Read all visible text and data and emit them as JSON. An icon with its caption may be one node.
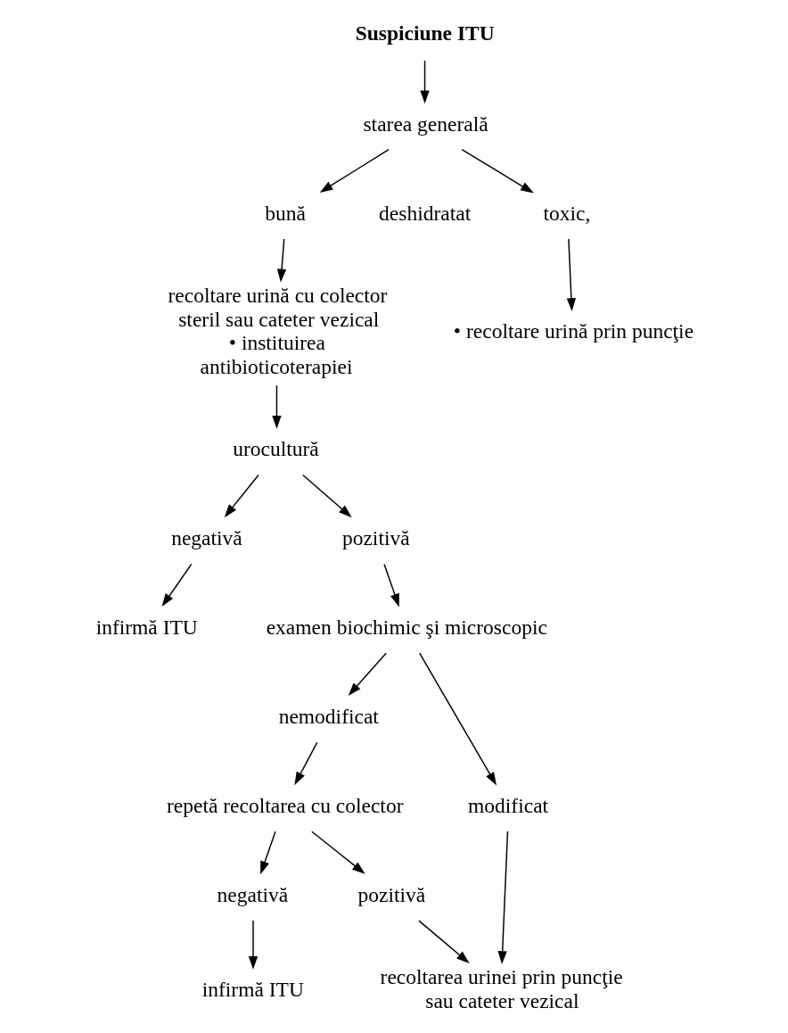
{
  "diagram": {
    "nodes": [
      {
        "text": [
          "Suspiciune ITU"
        ]
      },
      {
        "text": [
          "starea generală"
        ]
      },
      {
        "text": [
          "bună"
        ]
      },
      {
        "text": [
          "toxic,"
        ]
      },
      {
        "text": [
          "recoltare urină cu colector steril sau cateter vezical",
          "• instituirea antibioticoterapiei"
        ]
      },
      {
        "text": [
          "• recoltare urină prin puncţie"
        ]
      },
      {
        "text": [
          "urocultură"
        ]
      },
      {
        "text": [
          "negativă"
        ]
      },
      {
        "text": [
          "pozitivă"
        ]
      },
      {
        "text": [
          "infirmă ITU"
        ]
      },
      {
        "text": [
          "examen biochimic şi microscopic"
        ]
      },
      {
        "text": [
          "nemodificat"
        ]
      },
      {
        "text": [
          "modificat"
        ]
      },
      {
        "text": [
          "repetă recoltarea cu colector"
        ]
      },
      {
        "text": [
          "negativă"
        ]
      },
      {
        "text": [
          "pozitivă"
        ]
      },
      {
        "text": [
          "infirmă ITU"
        ]
      },
      {
        "text": [
          "recoltarea urinei prin puncţie sau cateter vezical"
        ]
      }
    ],
    "edges": [
      {
        "from": 0,
        "to": 1,
        "arrow": "to"
      },
      {
        "from": 1,
        "to": 2,
        "arrow": "to"
      },
      {
        "from": 1,
        "to": 3,
        "arrow": "to"
      },
      {
        "from": 2,
        "to": 4,
        "arrow": "to"
      },
      {
        "from": 3,
        "to": 5,
        "arrow": "to"
      },
      {
        "from": 4,
        "to": 6,
        "arrow": "to"
      },
      {
        "from": 6,
        "to": 7,
        "arrow": "to"
      },
      {
        "from": 6,
        "to": 8,
        "arrow": "to"
      },
      {
        "from": 7,
        "to": 9,
        "arrow": "to"
      },
      {
        "from": 8,
        "to": 10,
        "arrow": "to"
      },
      {
        "from": 10,
        "to": 11,
        "arrow": "to"
      },
      {
        "from": 10,
        "to": 12,
        "arrow": "to"
      },
      {
        "from": 11,
        "to": 13,
        "arrow": "to"
      },
      {
        "from": 13,
        "to": 14,
        "arrow": "to"
      },
      {
        "from": 13,
        "to": 15,
        "arrow": "to"
      },
      {
        "from": 14,
        "to": 16,
        "arrow": "to"
      },
      {
        "from": 15,
        "to": 17,
        "arrow": "to"
      },
      {
        "from": 12,
        "to": 17,
        "arrow": "to"
      }
    ],
    "labels": [
      "deshidratat"
    ]
  }
}
